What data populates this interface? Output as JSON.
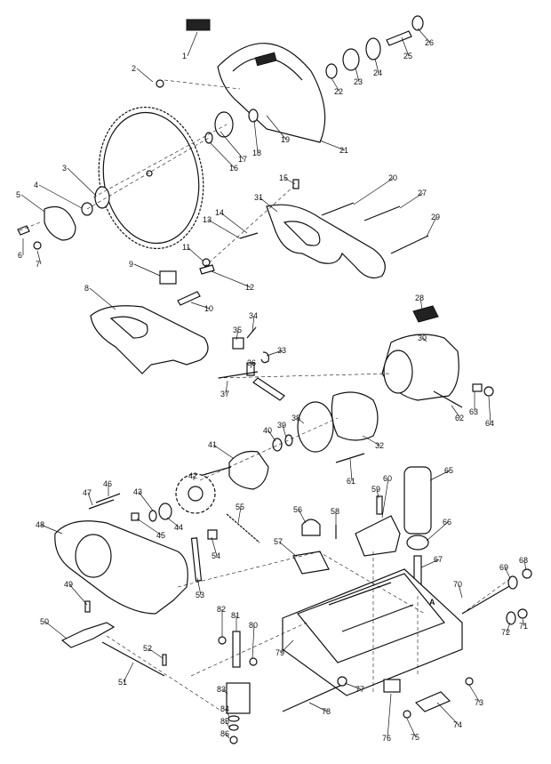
{
  "diagram": {
    "parts": [
      {
        "id": "1",
        "label": "1"
      },
      {
        "id": "2",
        "label": "2"
      },
      {
        "id": "3",
        "label": "3"
      },
      {
        "id": "4",
        "label": "4"
      },
      {
        "id": "5",
        "label": "5"
      },
      {
        "id": "6",
        "label": "6"
      },
      {
        "id": "7",
        "label": "7"
      },
      {
        "id": "8",
        "label": "8"
      },
      {
        "id": "9",
        "label": "9"
      },
      {
        "id": "10",
        "label": "10"
      },
      {
        "id": "11",
        "label": "11"
      },
      {
        "id": "12",
        "label": "12"
      },
      {
        "id": "13",
        "label": "13"
      },
      {
        "id": "14",
        "label": "14"
      },
      {
        "id": "15",
        "label": "15"
      },
      {
        "id": "16",
        "label": "16"
      },
      {
        "id": "17",
        "label": "17"
      },
      {
        "id": "18",
        "label": "18"
      },
      {
        "id": "19",
        "label": "19"
      },
      {
        "id": "20",
        "label": "20"
      },
      {
        "id": "21",
        "label": "21"
      },
      {
        "id": "22",
        "label": "22"
      },
      {
        "id": "23",
        "label": "23"
      },
      {
        "id": "24",
        "label": "24"
      },
      {
        "id": "25",
        "label": "25"
      },
      {
        "id": "26",
        "label": "26"
      },
      {
        "id": "27",
        "label": "27"
      },
      {
        "id": "28",
        "label": "28"
      },
      {
        "id": "29",
        "label": "29"
      },
      {
        "id": "30",
        "label": "30"
      },
      {
        "id": "31",
        "label": "31"
      },
      {
        "id": "32",
        "label": "32"
      },
      {
        "id": "33",
        "label": "33"
      },
      {
        "id": "34",
        "label": "34"
      },
      {
        "id": "35",
        "label": "35"
      },
      {
        "id": "36",
        "label": "36"
      },
      {
        "id": "37",
        "label": "37"
      },
      {
        "id": "38",
        "label": "38"
      },
      {
        "id": "39",
        "label": "39"
      },
      {
        "id": "40",
        "label": "40"
      },
      {
        "id": "41",
        "label": "41"
      },
      {
        "id": "42",
        "label": "42"
      },
      {
        "id": "43",
        "label": "43"
      },
      {
        "id": "44",
        "label": "44"
      },
      {
        "id": "45",
        "label": "45"
      },
      {
        "id": "46",
        "label": "46"
      },
      {
        "id": "47",
        "label": "47"
      },
      {
        "id": "48",
        "label": "48"
      },
      {
        "id": "49",
        "label": "49"
      },
      {
        "id": "50",
        "label": "50"
      },
      {
        "id": "51",
        "label": "51"
      },
      {
        "id": "52",
        "label": "52"
      },
      {
        "id": "53",
        "label": "53"
      },
      {
        "id": "54",
        "label": "54"
      },
      {
        "id": "55",
        "label": "55"
      },
      {
        "id": "56",
        "label": "56"
      },
      {
        "id": "57",
        "label": "57"
      },
      {
        "id": "58",
        "label": "58"
      },
      {
        "id": "59",
        "label": "59"
      },
      {
        "id": "60",
        "label": "60"
      },
      {
        "id": "61",
        "label": "61"
      },
      {
        "id": "62",
        "label": "62"
      },
      {
        "id": "63",
        "label": "63"
      },
      {
        "id": "64",
        "label": "64"
      },
      {
        "id": "65",
        "label": "65"
      },
      {
        "id": "66",
        "label": "66"
      },
      {
        "id": "67",
        "label": "67"
      },
      {
        "id": "68",
        "label": "68"
      },
      {
        "id": "69",
        "label": "69"
      },
      {
        "id": "70",
        "label": "70"
      },
      {
        "id": "71",
        "label": "71"
      },
      {
        "id": "72",
        "label": "72"
      },
      {
        "id": "73",
        "label": "73"
      },
      {
        "id": "74",
        "label": "74"
      },
      {
        "id": "75",
        "label": "75"
      },
      {
        "id": "76",
        "label": "76"
      },
      {
        "id": "77",
        "label": "77"
      },
      {
        "id": "78",
        "label": "78"
      },
      {
        "id": "79",
        "label": "79"
      },
      {
        "id": "80",
        "label": "80"
      },
      {
        "id": "81",
        "label": "81"
      },
      {
        "id": "82",
        "label": "82"
      },
      {
        "id": "83",
        "label": "83"
      },
      {
        "id": "84",
        "label": "84"
      },
      {
        "id": "85",
        "label": "85"
      },
      {
        "id": "86",
        "label": "86"
      }
    ],
    "reference_marks": {
      "a": "A"
    }
  }
}
